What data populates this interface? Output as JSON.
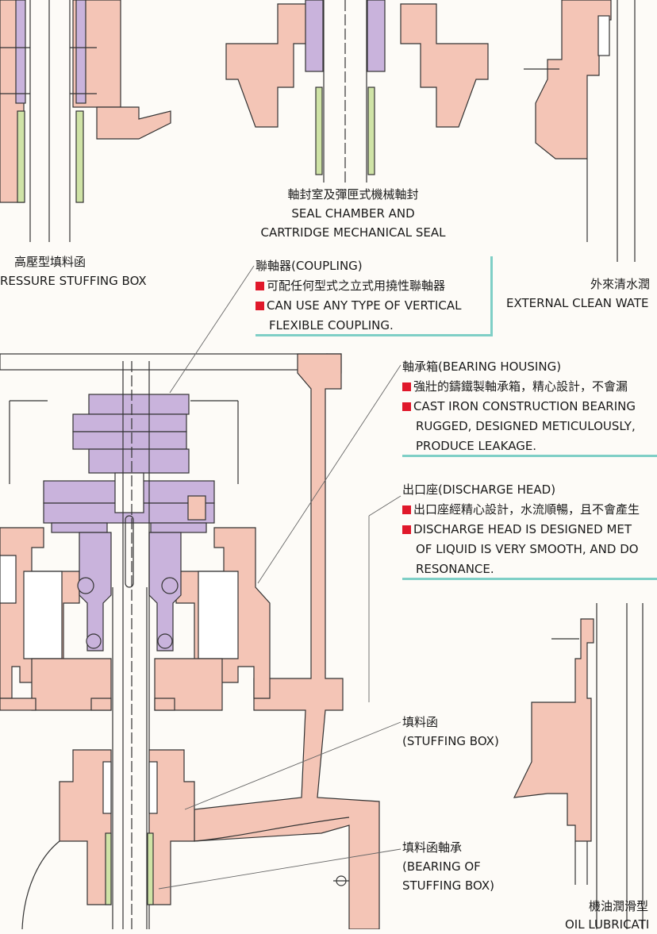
{
  "colors": {
    "pink": "#f4c5b6",
    "purple": "#c9b3dc",
    "green": "#cfe3a6",
    "teal": "#7fcfc6",
    "red": "#e0182a",
    "line": "#333333"
  },
  "labels": {
    "seal_chamber": {
      "zh": "軸封室及彈匣式機械軸封",
      "en1": "SEAL CHAMBER AND",
      "en2": "CARTRIDGE MECHANICAL SEAL"
    },
    "high_pressure": {
      "zh": "高壓型填料函",
      "en": "RESSURE STUFFING BOX"
    },
    "clean_water": {
      "zh": "外來清水潤",
      "en": "EXTERNAL CLEAN WATE"
    },
    "coupling": {
      "title": "聯軸器(COUPLING)",
      "b1": "可配任何型式之立式用撓性聯軸器",
      "b2": "CAN USE ANY TYPE OF VERTICAL",
      "b2b": "FLEXIBLE COUPLING."
    },
    "bearing_housing": {
      "title": "軸承箱(BEARING HOUSING)",
      "b1": "強壯的鑄鐵製軸承箱，精心設計，不會漏",
      "b2": "CAST IRON CONSTRUCTION BEARING",
      "b2b": "RUGGED, DESIGNED METICULOUSLY,",
      "b2c": "PRODUCE  LEAKAGE."
    },
    "discharge_head": {
      "title": "出口座(DISCHARGE HEAD)",
      "b1": "出口座經精心設計，水流順暢，且不會產生",
      "b2": "DISCHARGE HEAD IS DESIGNED MET",
      "b2b": "OF LIQUID IS VERY SMOOTH, AND DO",
      "b2c": "RESONANCE."
    },
    "stuffing_box": {
      "zh": "填料函",
      "en": "(STUFFING BOX)"
    },
    "bearing_stuffing": {
      "zh": "填料函軸承",
      "en1": "(BEARING OF",
      "en2": "STUFFING BOX)"
    },
    "oil_lubrication": {
      "zh": "機油潤滑型",
      "en": "OIL LUBRICATI"
    }
  }
}
